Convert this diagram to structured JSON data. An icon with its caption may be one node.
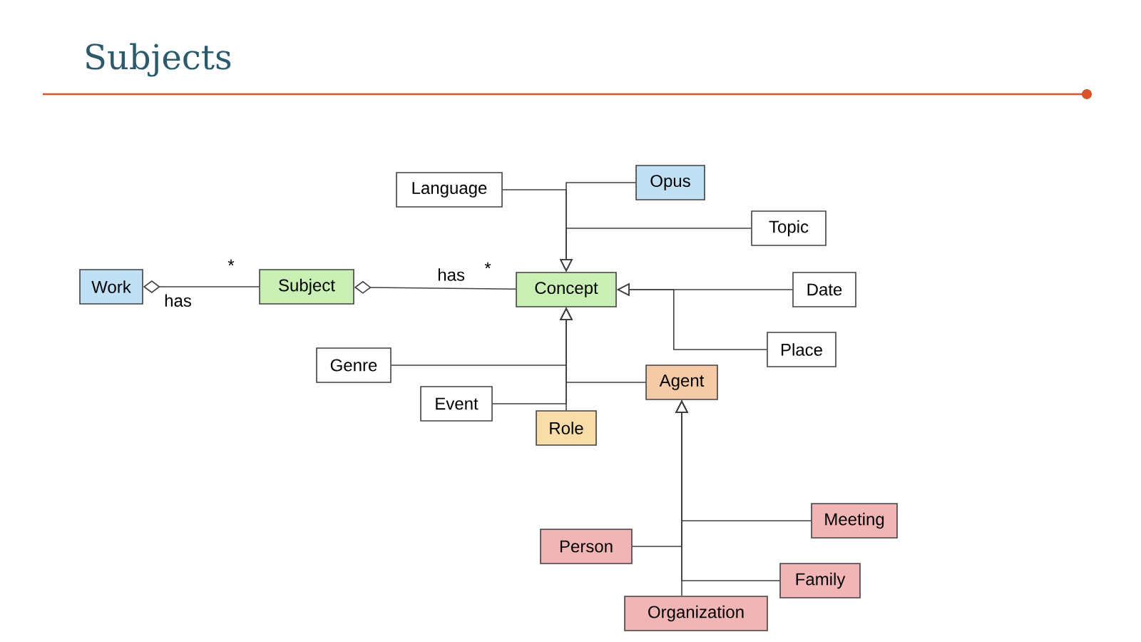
{
  "diagram": {
    "title": "Subjects",
    "nodes": [
      {
        "text": [
          "Work"
        ]
      },
      {
        "text": [
          "Subject"
        ]
      },
      {
        "text": [
          "Concept"
        ]
      },
      {
        "text": [
          "Language"
        ]
      },
      {
        "text": [
          "Opus"
        ]
      },
      {
        "text": [
          "Topic"
        ]
      },
      {
        "text": [
          "Date"
        ]
      },
      {
        "text": [
          "Place"
        ]
      },
      {
        "text": [
          "Genre"
        ]
      },
      {
        "text": [
          "Agent"
        ]
      },
      {
        "text": [
          "Event"
        ]
      },
      {
        "text": [
          "Role"
        ]
      },
      {
        "text": [
          "Meeting"
        ]
      },
      {
        "text": [
          "Person"
        ]
      },
      {
        "text": [
          "Family"
        ]
      },
      {
        "text": [
          "Organization"
        ]
      }
    ],
    "edges": [
      {
        "from": 1,
        "to": 0,
        "arrow": "other",
        "label": "has"
      },
      {
        "from": 2,
        "to": 1,
        "arrow": "other",
        "label": "has"
      },
      {
        "from": 3,
        "to": 2,
        "arrow": "to"
      },
      {
        "from": 4,
        "to": 2,
        "arrow": "to"
      },
      {
        "from": 5,
        "to": 2,
        "arrow": "to"
      },
      {
        "from": 6,
        "to": 2,
        "arrow": "to"
      },
      {
        "from": 7,
        "to": 2,
        "arrow": "to"
      },
      {
        "from": 8,
        "to": 2,
        "arrow": "to"
      },
      {
        "from": 10,
        "to": 2,
        "arrow": "to"
      },
      {
        "from": 11,
        "to": 2,
        "arrow": "to"
      },
      {
        "from": 9,
        "to": 2,
        "arrow": "to"
      },
      {
        "from": 12,
        "to": 9,
        "arrow": "to"
      },
      {
        "from": 13,
        "to": 9,
        "arrow": "to"
      },
      {
        "from": 14,
        "to": 9,
        "arrow": "to"
      },
      {
        "from": 15,
        "to": 9,
        "arrow": "to"
      }
    ],
    "labels": [
      "*",
      "*"
    ]
  }
}
